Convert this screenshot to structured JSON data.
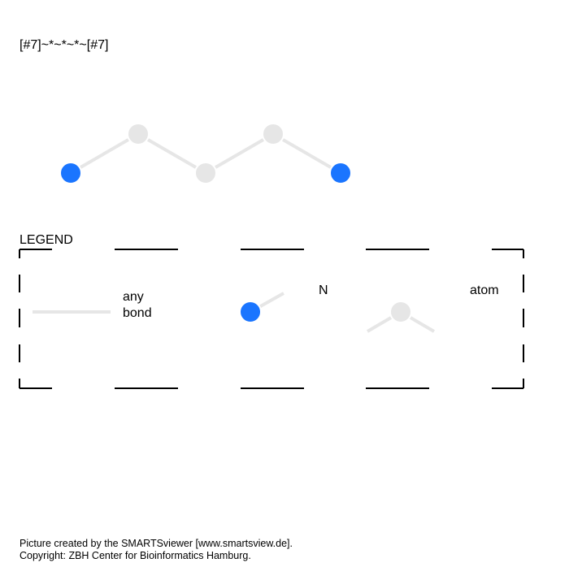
{
  "smarts": "[#7]~*~*~*~[#7]",
  "legend": {
    "title": "LEGEND",
    "bond_label_line1": "any",
    "bond_label_line2": "bond",
    "nitrogen_label": "N",
    "any_atom_label": "atom"
  },
  "footer": {
    "line1": "Picture created by the SMARTSviewer [www.smartsview.de].",
    "line2": "Copyright: ZBH Center for Bioinformatics Hamburg."
  },
  "molecule": {
    "atoms": [
      {
        "type": "N"
      },
      {
        "type": "any"
      },
      {
        "type": "any"
      },
      {
        "type": "any"
      },
      {
        "type": "N"
      }
    ],
    "bonds": [
      {
        "from": 0,
        "to": 1,
        "type": "any"
      },
      {
        "from": 1,
        "to": 2,
        "type": "any"
      },
      {
        "from": 2,
        "to": 3,
        "type": "any"
      },
      {
        "from": 3,
        "to": 4,
        "type": "any"
      }
    ]
  },
  "colors": {
    "nitrogen": "#1a75ff",
    "any_atom": "#e6e6e6",
    "bond": "#e6e6e6",
    "frame": "#000000"
  }
}
